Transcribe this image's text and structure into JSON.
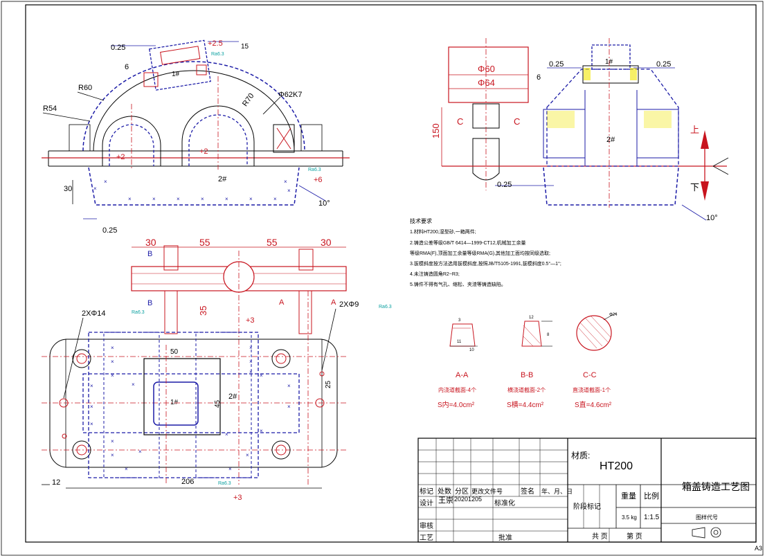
{
  "colors": {
    "outline": "#1a1aa6",
    "dimension": "#c8141e",
    "annotation": "#0aa0a0",
    "core_fill": "#f2e600",
    "black": "#000000"
  },
  "top_left_view": {
    "dims": [
      "0.25",
      "+2.5",
      "15",
      "6",
      "R60",
      "R54",
      "R70",
      "Φ62K7",
      "+2",
      "+2",
      "2#",
      "+6",
      "10°",
      "30",
      "0.25",
      "1#",
      "Ra6.3",
      "Ra6.3"
    ]
  },
  "top_right_view": {
    "dims": [
      "Φ60",
      "Φ64",
      "150",
      "C",
      "C",
      "0.25",
      "0.25",
      "0.25",
      "6",
      "1#",
      "2#",
      "10°"
    ],
    "direction_up": "上",
    "direction_down": "下"
  },
  "notes": {
    "title": "技术要求",
    "lines": [
      "1.材料HT200,湿型砂,一箱两件;",
      "2.铸造公差等级GB/T 6414—1999-CT12,机械加工余量",
      "等级RMA(F),顶面加工余量等级RMA(G),其他加工面均按同级选取;",
      "3.拔模斜度按方法选用拔模斜度,按照JB/T5105-1991,拔模斜度0.5°—1°;",
      "4.未注铸造圆角R2~R3;",
      "5.铸件不得有气孔、缩松、夹渣等铸造缺陷。"
    ]
  },
  "plan_view": {
    "dims": [
      "30",
      "55",
      "55",
      "30",
      "35",
      "2XΦ14",
      "2XΦ9",
      "Ra6.3",
      "Ra6.3",
      "+3",
      "+3",
      "B",
      "B",
      "A",
      "A",
      "50",
      "45",
      "25",
      "206",
      "12",
      "1#",
      "2#",
      "Ra6.3"
    ]
  },
  "sections": [
    {
      "label": "A-A",
      "name": "内浇道截面-4个",
      "area": "S内=4.0cm²",
      "d1": "3",
      "d2": "11",
      "d3": "10"
    },
    {
      "label": "B-B",
      "name": "横浇道截面-2个",
      "area": "S横=4.4cm²",
      "d1": "12",
      "d2": "8"
    },
    {
      "label": "C-C",
      "name": "直浇道截面-1个",
      "area": "S直=4.6cm²",
      "d1": "Φ24"
    }
  ],
  "title_block": {
    "material_label": "材质:",
    "material": "HT200",
    "drawing_title": "箱盖铸造工艺图",
    "drawing_code_label": "图样代号",
    "headers": [
      "标记",
      "处数",
      "分区",
      "更改文件号",
      "签名",
      "年、月、日"
    ],
    "row_design": [
      "设计",
      "王崇",
      "20201205",
      "标准化",
      "",
      ""
    ],
    "row_check": [
      "审核",
      "",
      ""
    ],
    "row_process": [
      "工艺",
      "",
      "批准"
    ],
    "stage_label": "阶段标记",
    "weight_label": "重量",
    "scale_label": "比例",
    "weight": "3.5 kg",
    "scale": "1:1.5",
    "sheet_total": "共 页",
    "sheet_no": "第 页",
    "paper_size": "A3"
  }
}
